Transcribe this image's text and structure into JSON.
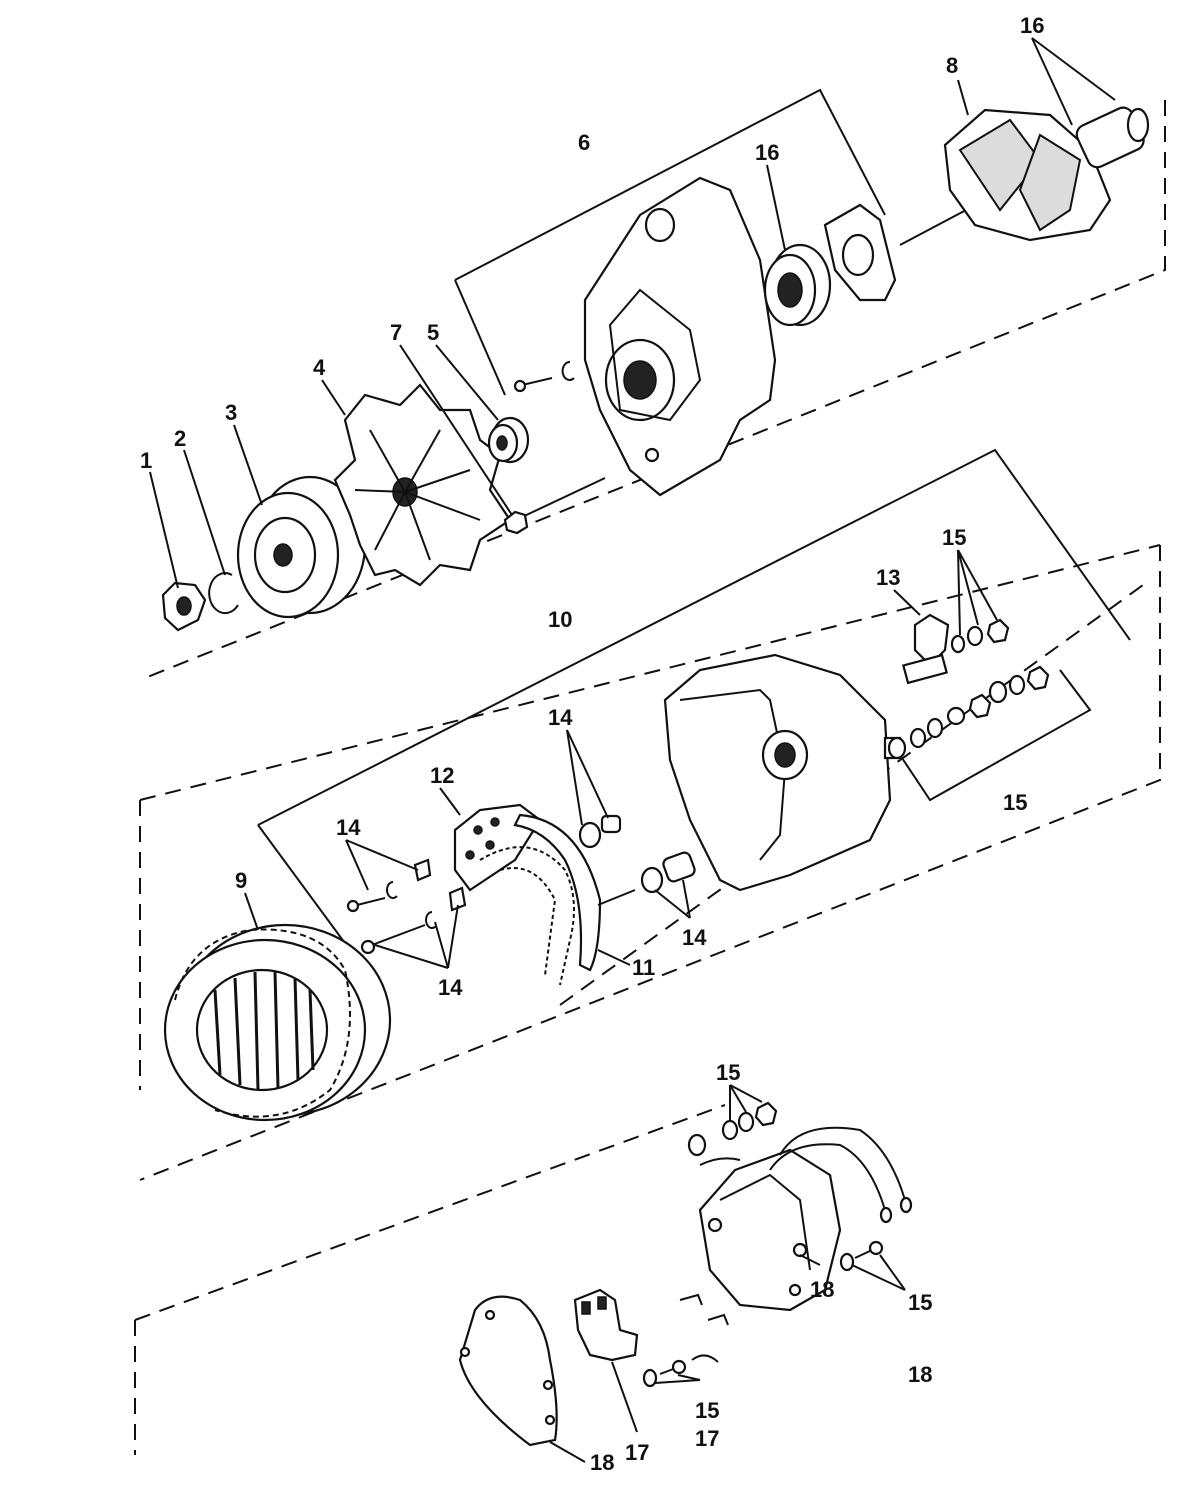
{
  "callouts": {
    "c1": "1",
    "c2": "2",
    "c3": "3",
    "c4": "4",
    "c5": "5",
    "c6": "6",
    "c7": "7",
    "c8": "8",
    "c9": "9",
    "c10": "10",
    "c11": "11",
    "c12": "12",
    "c13": "13",
    "c14a": "14",
    "c14b": "14",
    "c14c": "14",
    "c14d": "14",
    "c15a": "15",
    "c15b": "15",
    "c15c": "15",
    "c15d": "15",
    "c15e": "15",
    "c16a": "16",
    "c16b": "16",
    "c17a": "17",
    "c17b": "17",
    "c18a": "18",
    "c18b": "18",
    "c18c": "18"
  }
}
